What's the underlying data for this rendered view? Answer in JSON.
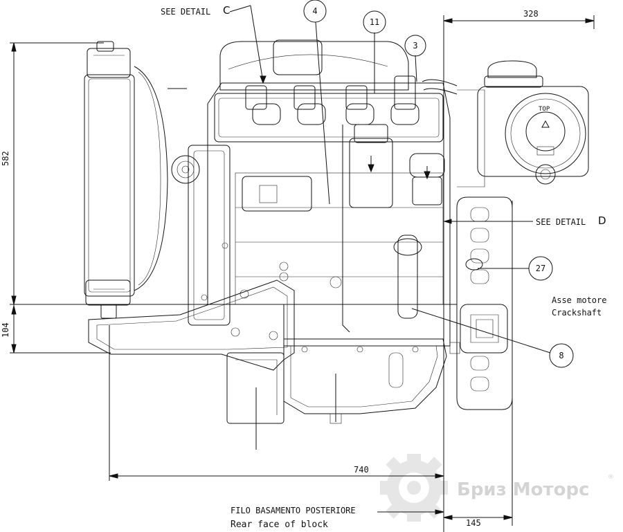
{
  "labels": {
    "see_detail_c": "SEE DETAIL",
    "see_detail_c_letter": "C",
    "see_detail_d": "SEE DETAIL",
    "see_detail_d_letter": "D",
    "axis_it": "Asse motore",
    "axis_en": "Crackshaft",
    "rear_face_it": "FILO BASAMENTO POSTERIORE",
    "rear_face_en": "Rear face of block",
    "top_tag": "TOP"
  },
  "dimensions": {
    "top_width": "328",
    "height_upper": "582",
    "height_lower": "104",
    "overall_length": "740",
    "rear_offset": "145"
  },
  "balloons": [
    "4",
    "11",
    "3",
    "27",
    "8"
  ],
  "watermark": {
    "text": "Бриз Моторс",
    "mark": "®"
  },
  "colors": {
    "line": "#111111",
    "watermark": "#d4d4d4",
    "background": "#ffffff"
  }
}
